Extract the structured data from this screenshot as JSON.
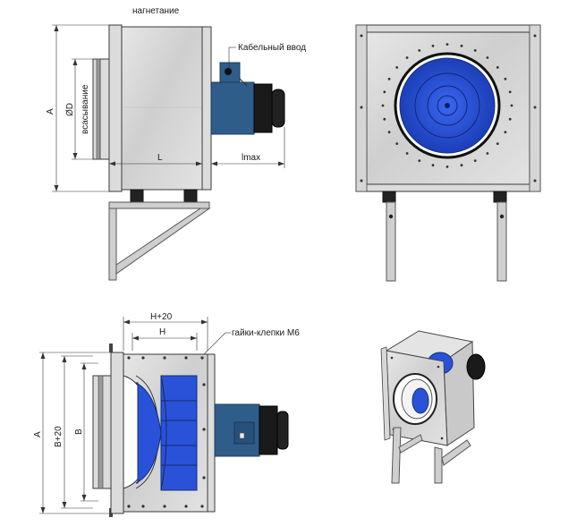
{
  "labels": {
    "discharge": "нагнетание",
    "cable_entry": "Кабельный ввод",
    "suction": "всасывание",
    "dim_a_top": "A",
    "dim_d": "ØD",
    "dim_l": "L",
    "dim_lmax": "lmax",
    "dim_h20": "H+20",
    "dim_h": "H",
    "rivet_nuts": "гайки-клепки М6",
    "dim_a_bottom": "A",
    "dim_b20": "B+20",
    "dim_b": "B"
  },
  "colors": {
    "impeller_blue": "#2a52d8",
    "motor_blue": "#2f5d8a",
    "galvanized": "#d4d4d4"
  }
}
